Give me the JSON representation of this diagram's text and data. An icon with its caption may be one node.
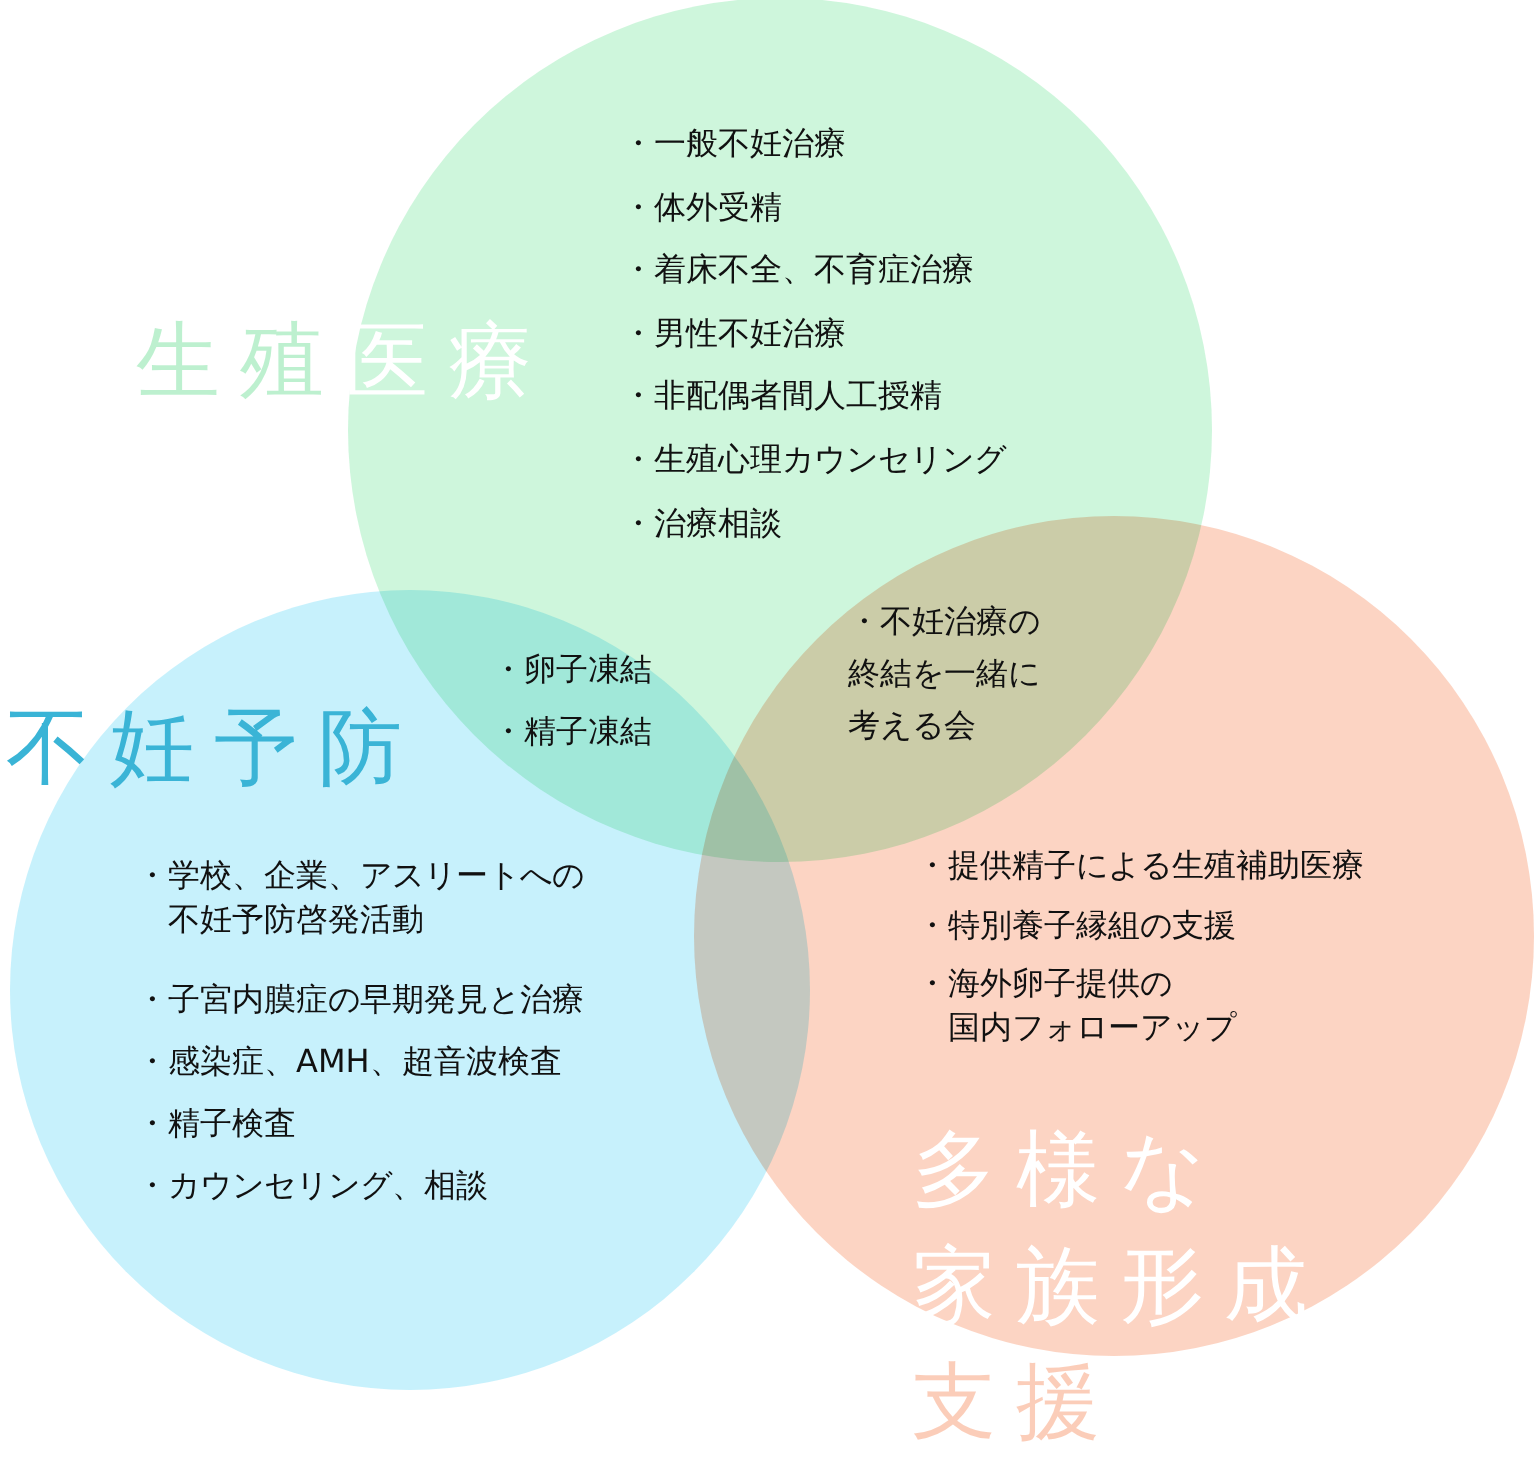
{
  "diagram": {
    "nodes": [
      {
        "text": [
          "生殖医療",
          "・一般不妊治療",
          "・体外受精",
          "・着床不全、不育症治療",
          "・男性不妊治療",
          "・非配偶者間人工授精",
          "・生殖心理カウンセリング",
          "・治療相談"
        ]
      },
      {
        "text": [
          "不妊予防",
          "・学校、企業、アスリートへの不妊予防啓発活動",
          "・子宮内膜症の早期発見と治療",
          "・感染症、AMH、超音波検査",
          "・精子検査",
          "・カウンセリング、相談"
        ]
      },
      {
        "text": [
          "・提供精子による生殖補助医療",
          "・特別養子縁組の支援",
          "・海外卵子提供の国内フォローアップ",
          "多様な家族形成支援"
        ]
      }
    ],
    "labels": [
      "・卵子凍結",
      "・精子凍結",
      "・不妊治療の終結を一緒に考える会"
    ]
  }
}
